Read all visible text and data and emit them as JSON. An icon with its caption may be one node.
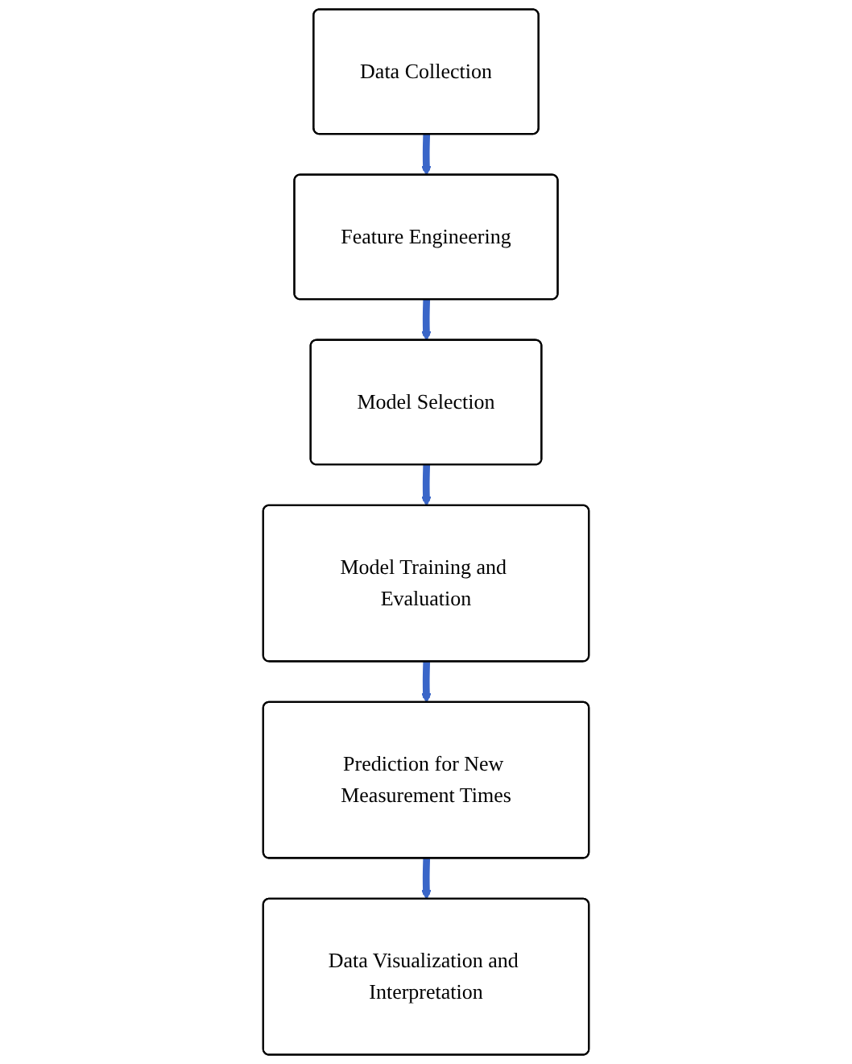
{
  "diagram": {
    "nodes": [
      {
        "text": [
          "Data Collection"
        ]
      },
      {
        "text": [
          "Feature Engineering"
        ]
      },
      {
        "text": [
          "Model Selection"
        ]
      },
      {
        "text": [
          "Model Training and Evaluation"
        ]
      },
      {
        "text": [
          "Prediction for New Measurement Times"
        ]
      },
      {
        "text": [
          "Data Visualization and Interpretation"
        ]
      }
    ],
    "edges": [
      {
        "from": 0,
        "to": 1,
        "arrow": "to"
      },
      {
        "from": 1,
        "to": 2,
        "arrow": "to"
      },
      {
        "from": 2,
        "to": 3,
        "arrow": "to"
      },
      {
        "from": 3,
        "to": 4,
        "arrow": "to"
      },
      {
        "from": 4,
        "to": 5,
        "arrow": "to"
      }
    ]
  }
}
